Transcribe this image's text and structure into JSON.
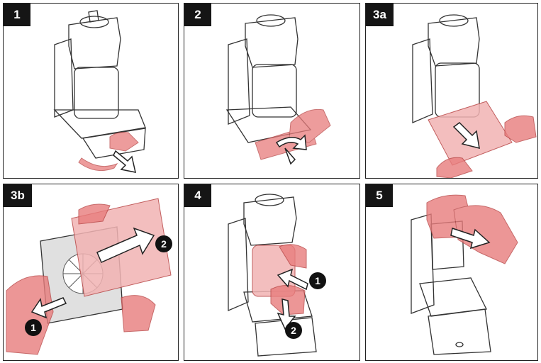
{
  "steps": [
    {
      "label": "1"
    },
    {
      "label": "2"
    },
    {
      "label": "3a"
    },
    {
      "label": "3b",
      "markers": [
        "1",
        "2"
      ]
    },
    {
      "label": "4",
      "markers": [
        "1",
        "2"
      ]
    },
    {
      "label": "5"
    }
  ],
  "colors": {
    "highlight": "#e87c7c",
    "highlight_light": "#f2b3b3",
    "line": "#333333",
    "badge": "#151515"
  }
}
